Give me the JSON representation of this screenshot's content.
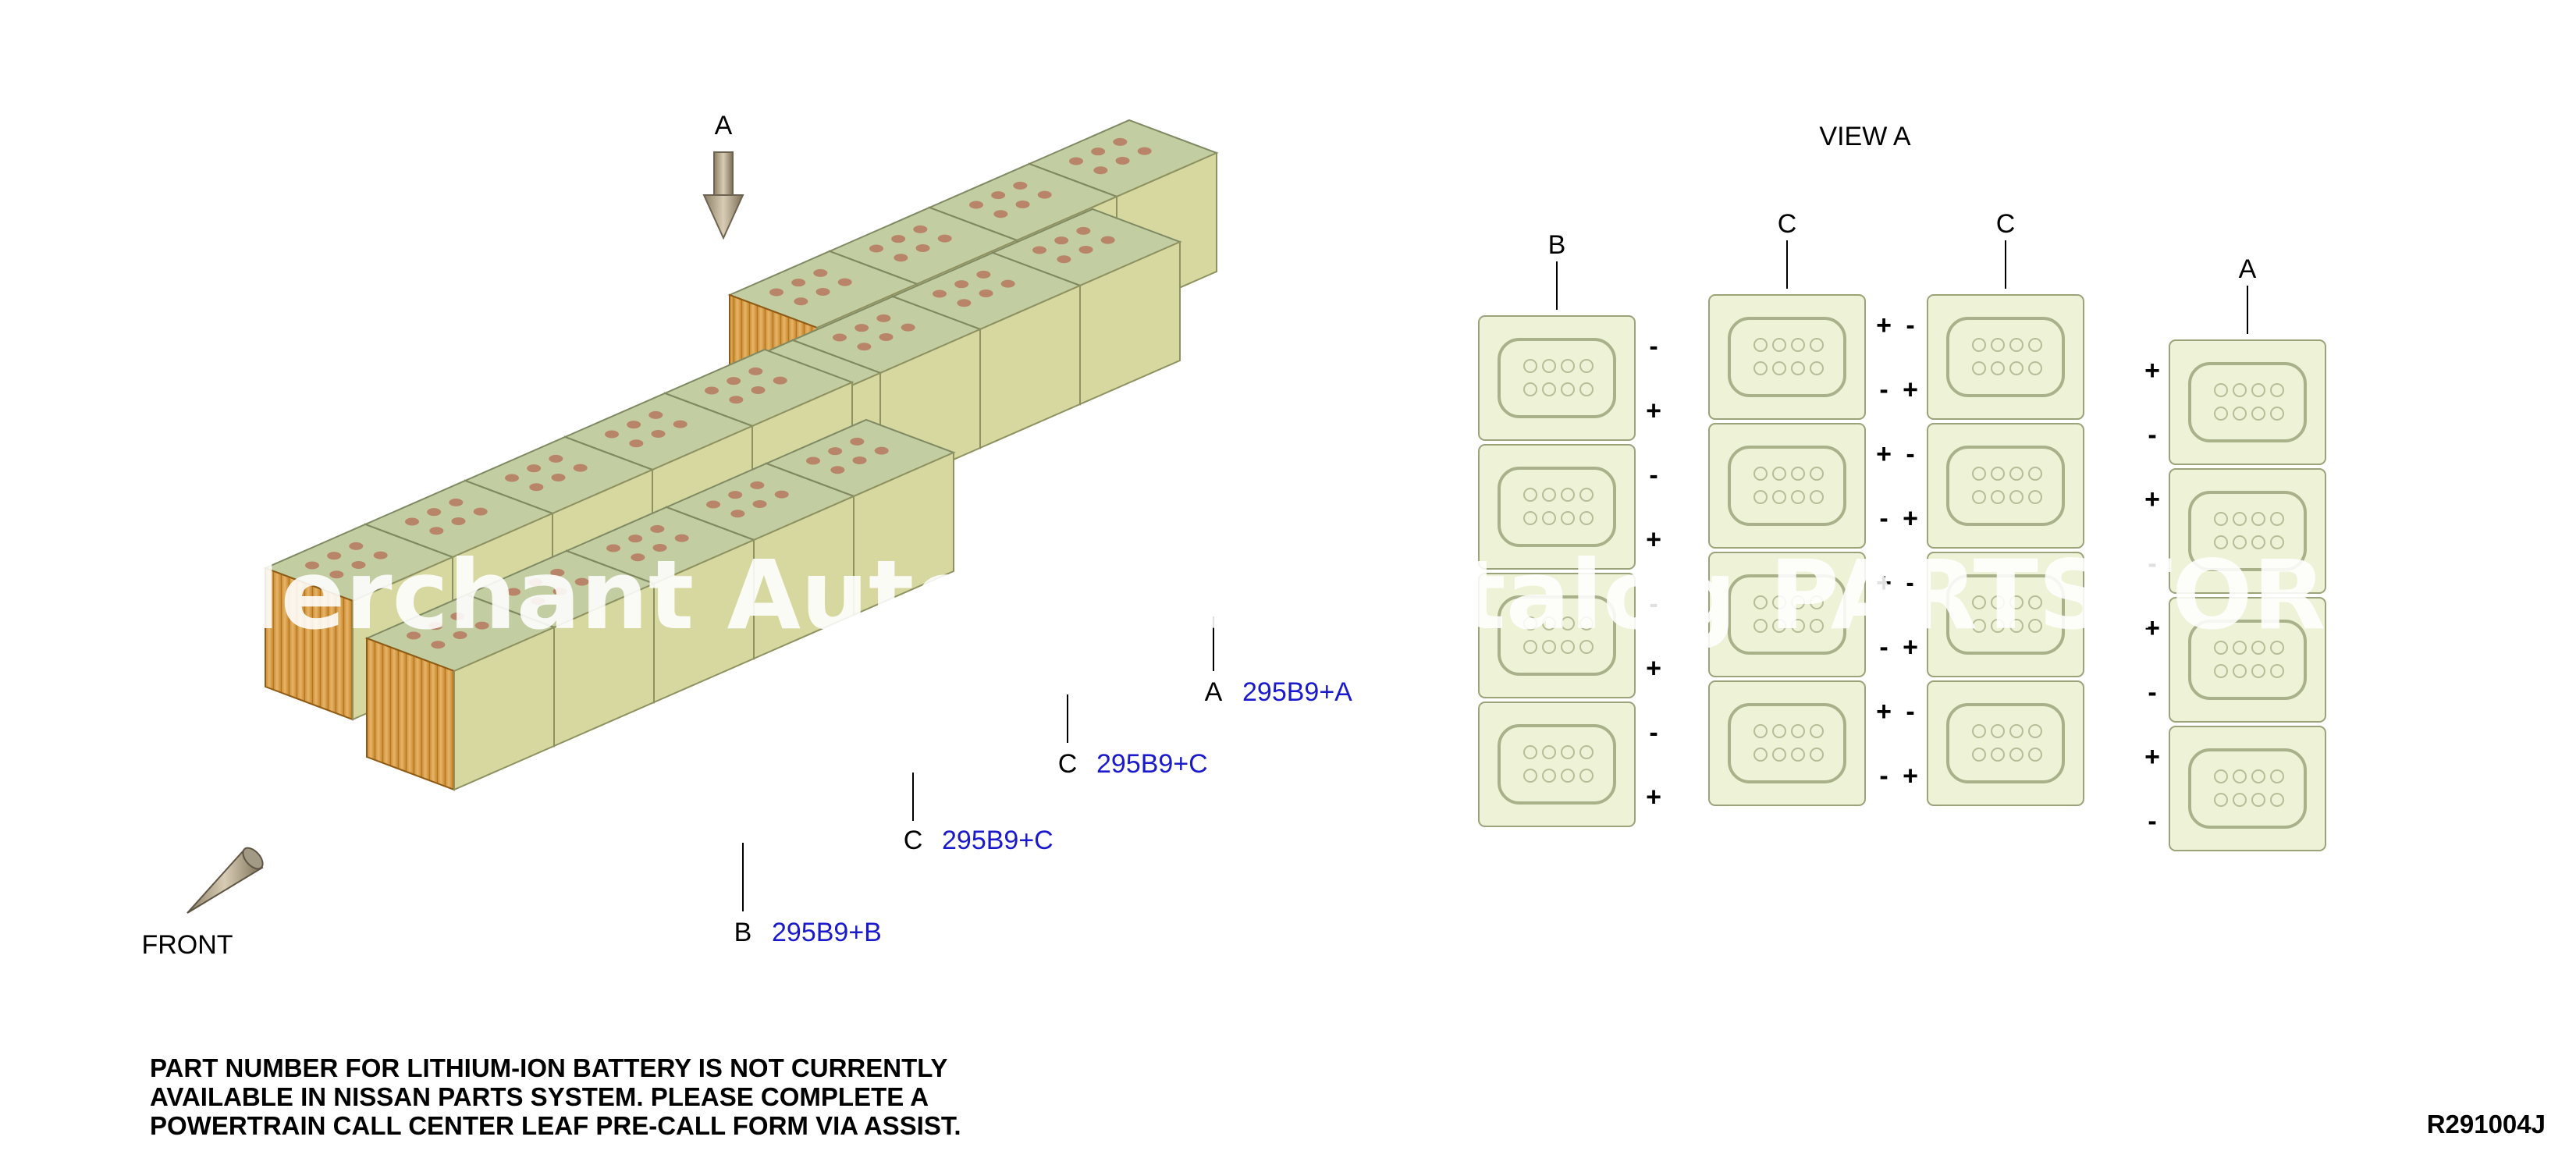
{
  "view_arrow_label": "A",
  "view_title": "VIEW A",
  "front_label": "FRONT",
  "callouts": [
    {
      "letter": "A",
      "part": "295B9+A"
    },
    {
      "letter": "C",
      "part": "295B9+C"
    },
    {
      "letter": "C",
      "part": "295B9+C"
    },
    {
      "letter": "B",
      "part": "295B9+B"
    }
  ],
  "view_columns": [
    {
      "letter": "B",
      "left_signs": [],
      "right_signs": [
        "-",
        "+",
        "-",
        "+",
        "-",
        "+",
        "-",
        "+"
      ]
    },
    {
      "letter": "C",
      "left_signs": [],
      "right_signs": [
        "+",
        "-",
        "+",
        "-",
        "+",
        "-",
        "+",
        "-"
      ]
    },
    {
      "letter": "C",
      "left_signs": [
        "-",
        "+",
        "-",
        "+",
        "-",
        "+",
        "-",
        "+"
      ],
      "right_signs": []
    },
    {
      "letter": "A",
      "left_signs": [
        "+",
        "-",
        "+",
        "-",
        "+",
        "-",
        "+",
        "-"
      ],
      "right_signs": []
    }
  ],
  "note_lines": [
    "PART NUMBER FOR LITHIUM-ION BATTERY IS NOT CURRENTLY",
    "AVAILABLE IN NISSAN PARTS SYSTEM. PLEASE COMPLETE A",
    "POWERTRAIN CALL CENTER LEAF PRE-CALL FORM VIA ASSIST."
  ],
  "diagram_code": "R291004J",
  "watermark": "ters Merchant Auto Parts Catalog PARTSTORE.S",
  "colors": {
    "module_top": "#c3cda2",
    "module_face": "#d6d8a0",
    "module_side": "#d79b3f",
    "view_fill": "#eef2d6",
    "callout_text": "#1a1acc"
  }
}
